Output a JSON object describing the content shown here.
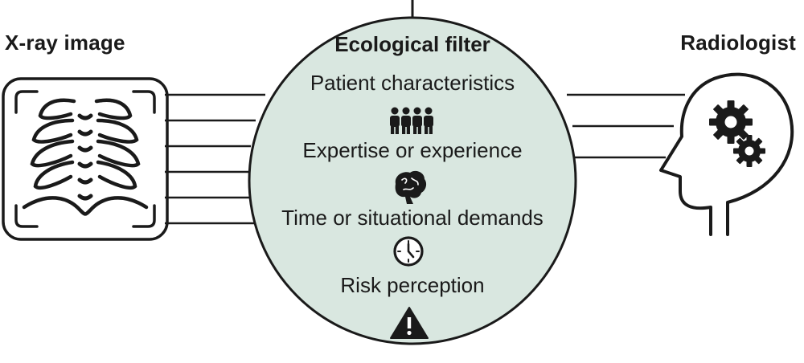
{
  "labels": {
    "source": "X-ray image",
    "filter": "Ecological filter",
    "receiver": "Radiologist"
  },
  "factors": [
    {
      "label": "Patient characteristics",
      "icon": "people-group-icon"
    },
    {
      "label": "Expertise or experience",
      "icon": "brain-icon"
    },
    {
      "label": "Time or situational demands",
      "icon": "clock-icon"
    },
    {
      "label": "Risk perception",
      "icon": "warning-triangle-icon"
    }
  ],
  "colors": {
    "filter_fill": "#d9e7e0",
    "stroke": "#1a1a1a",
    "background": "#ffffff"
  }
}
